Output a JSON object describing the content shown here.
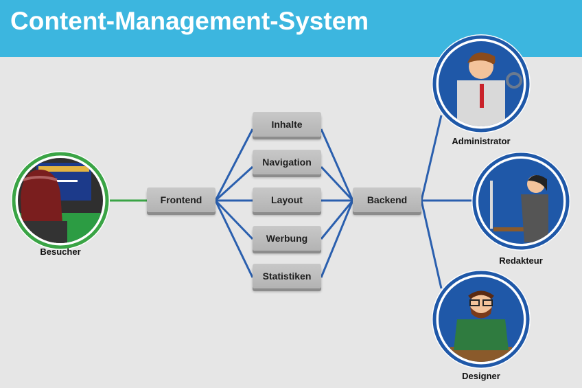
{
  "header": {
    "title": "Content-Management-System"
  },
  "frontend": {
    "label": "Frontend"
  },
  "backend": {
    "label": "Backend"
  },
  "modules": [
    {
      "label": "Inhalte"
    },
    {
      "label": "Navigation"
    },
    {
      "label": "Layout"
    },
    {
      "label": "Werbung"
    },
    {
      "label": "Statistiken"
    }
  ],
  "roles": {
    "visitor": "Besucher",
    "admin": "Administrator",
    "editor": "Redakteur",
    "designer": "Designer"
  },
  "colors": {
    "header": "#3cb6df",
    "background": "#e6e6e6",
    "blue_line": "#2a5fae",
    "green_line": "#3aa445"
  }
}
